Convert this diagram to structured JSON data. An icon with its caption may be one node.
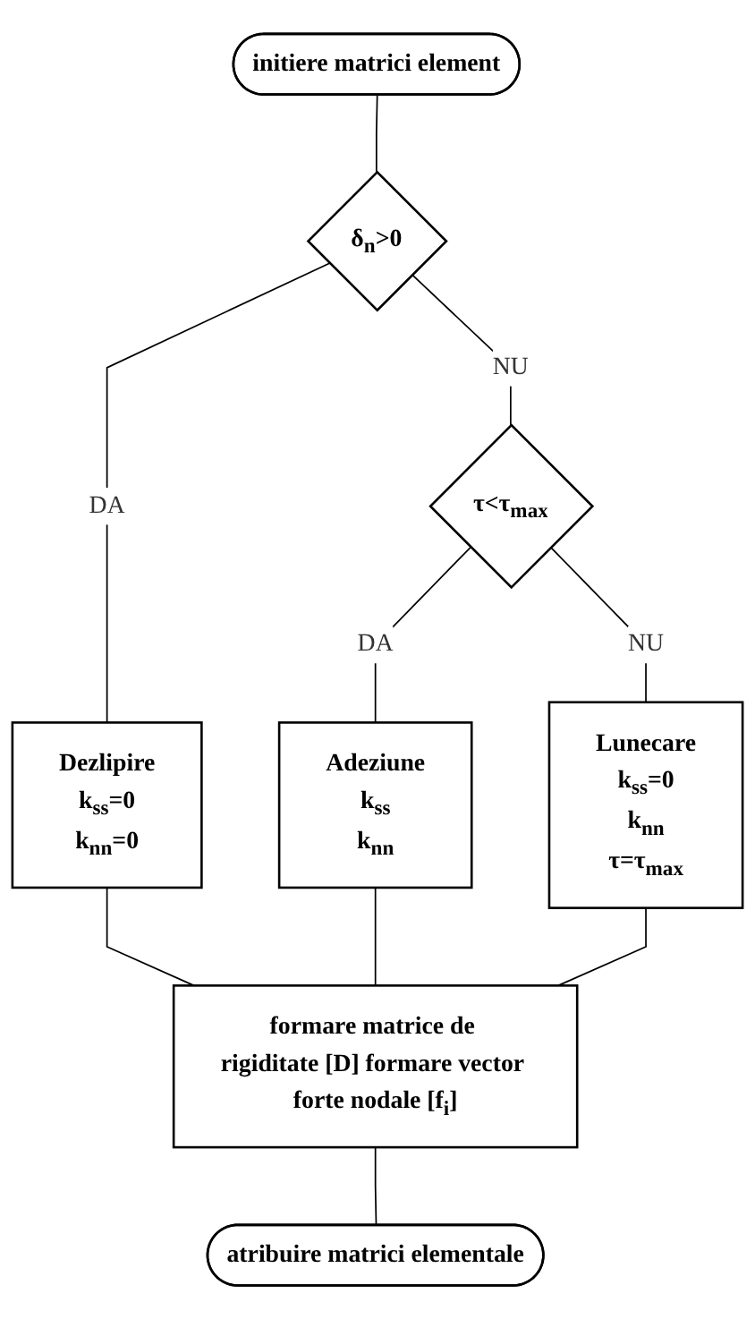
{
  "diagram": {
    "nodes": [
      {
        "text": [
          "initiere matrici element"
        ]
      },
      {
        "text": [
          "δ$_{n}$>0"
        ]
      },
      {
        "text": [
          "Dezlipire",
          "k$_{ss}$=0",
          "k$_{nn}$=0"
        ]
      },
      {
        "text": [
          "Adeziune",
          "k$_{ss}$",
          "k$_{nn}$"
        ]
      },
      {
        "text": [
          "τ<τ$_{max}$"
        ]
      },
      {
        "text": [
          "Lunecare",
          "k$_{ss}$=0",
          "k$_{nn}$",
          "τ=τ$_{max}$"
        ]
      },
      {
        "text": [
          "formare matrice de rigiditate [D] formare vector forte nodale [f$_{i}$]"
        ]
      },
      {
        "text": [
          "atribuire matrici elementale"
        ]
      }
    ],
    "edges": [
      {
        "from": 0,
        "to": 1,
        "arrow": "none"
      },
      {
        "from": 1,
        "to": 2,
        "arrow": "none",
        "label": "DA"
      },
      {
        "from": 1,
        "to": 4,
        "arrow": "none",
        "label": "NU"
      },
      {
        "from": 4,
        "to": 3,
        "arrow": "none",
        "label": "DA"
      },
      {
        "from": 4,
        "to": 5,
        "arrow": "none",
        "label": "NU"
      },
      {
        "from": 2,
        "to": 6,
        "arrow": "none"
      },
      {
        "from": 3,
        "to": 6,
        "arrow": "none"
      },
      {
        "from": 5,
        "to": 6,
        "arrow": "none"
      },
      {
        "from": 6,
        "to": 7,
        "arrow": "none"
      }
    ]
  }
}
